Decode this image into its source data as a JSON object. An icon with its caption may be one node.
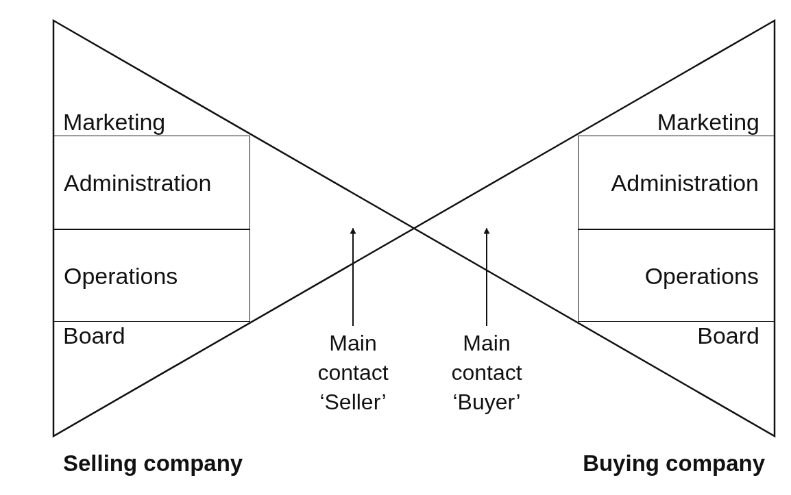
{
  "diagram": {
    "nodes": [
      {
        "text": [
          "Selling company"
        ]
      },
      {
        "text": [
          "Marketing"
        ],
        "in": 0
      },
      {
        "text": [
          "Administration"
        ],
        "in": 0
      },
      {
        "text": [
          "Operations"
        ],
        "in": 0
      },
      {
        "text": [
          "Board"
        ],
        "in": 0
      },
      {
        "text": [
          "Buying company"
        ]
      },
      {
        "text": [
          "Marketing"
        ],
        "in": 5
      },
      {
        "text": [
          "Administration"
        ],
        "in": 5
      },
      {
        "text": [
          "Operations"
        ],
        "in": 5
      },
      {
        "text": [
          "Board"
        ],
        "in": 5
      },
      {
        "text": [
          "Main contact ‘Seller’"
        ]
      },
      {
        "text": [
          "Main contact ‘Buyer’"
        ]
      }
    ],
    "edges": [
      {
        "from": 10,
        "to": 0,
        "arrow": "to"
      },
      {
        "from": 11,
        "to": 5,
        "arrow": "to"
      }
    ]
  }
}
